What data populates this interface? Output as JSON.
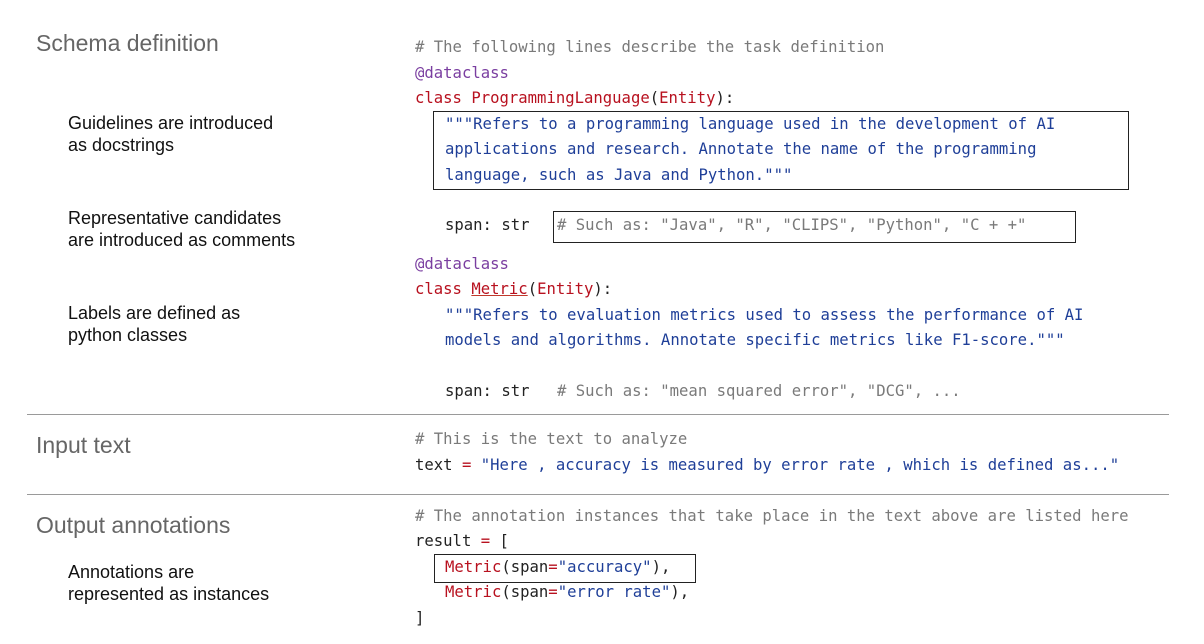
{
  "sections": {
    "schema_title": "Schema definition",
    "input_title": "Input text",
    "output_title": "Output annotations"
  },
  "notes": {
    "guidelines": [
      "Guidelines are introduced",
      "as docstrings"
    ],
    "candidates": [
      "Representative candidates",
      "are introduced as comments"
    ],
    "labels": [
      "Labels are defined as",
      "python classes"
    ],
    "annotations": [
      "Annotations are",
      "represented as instances"
    ]
  },
  "code": {
    "task_comment": "# The following lines describe the task definition",
    "decorator": "@dataclass",
    "class_kw": "class",
    "base_open": "(",
    "base": "Entity",
    "base_close": "):",
    "class1_name": "ProgrammingLanguage",
    "doc1": [
      "\"\"\"Refers to a programming language used in the development of AI",
      "applications and research. Annotate the name of the programming",
      "language, such as Java and Python.\"\"\""
    ],
    "span_decl": "span: str",
    "span1_comment": "# Such as: \"Java\", \"R\", \"CLIPS\", \"Python\", \"C + +\"",
    "class2_name": "Metric",
    "doc2": [
      "\"\"\"Refers to evaluation metrics used to assess the performance of AI",
      "models and algorithms. Annotate specific metrics like F1-score.\"\"\""
    ],
    "span2_comment": "# Such as: \"mean squared error\", \"DCG\", ...",
    "input_comment": "# This is the text to analyze",
    "text_var": "text",
    "eq": "=",
    "text_value": "\"Here , accuracy is measured by error rate , which is defined as...\"",
    "output_comment": "# The annotation instances that take place in the text above are listed here",
    "result_var": "result",
    "list_open": "[",
    "list_close": "]",
    "inst_cls": "Metric",
    "inst_open": "(span",
    "inst1_val": "\"accuracy\"",
    "inst2_val": "\"error rate\"",
    "inst_close": "),"
  }
}
